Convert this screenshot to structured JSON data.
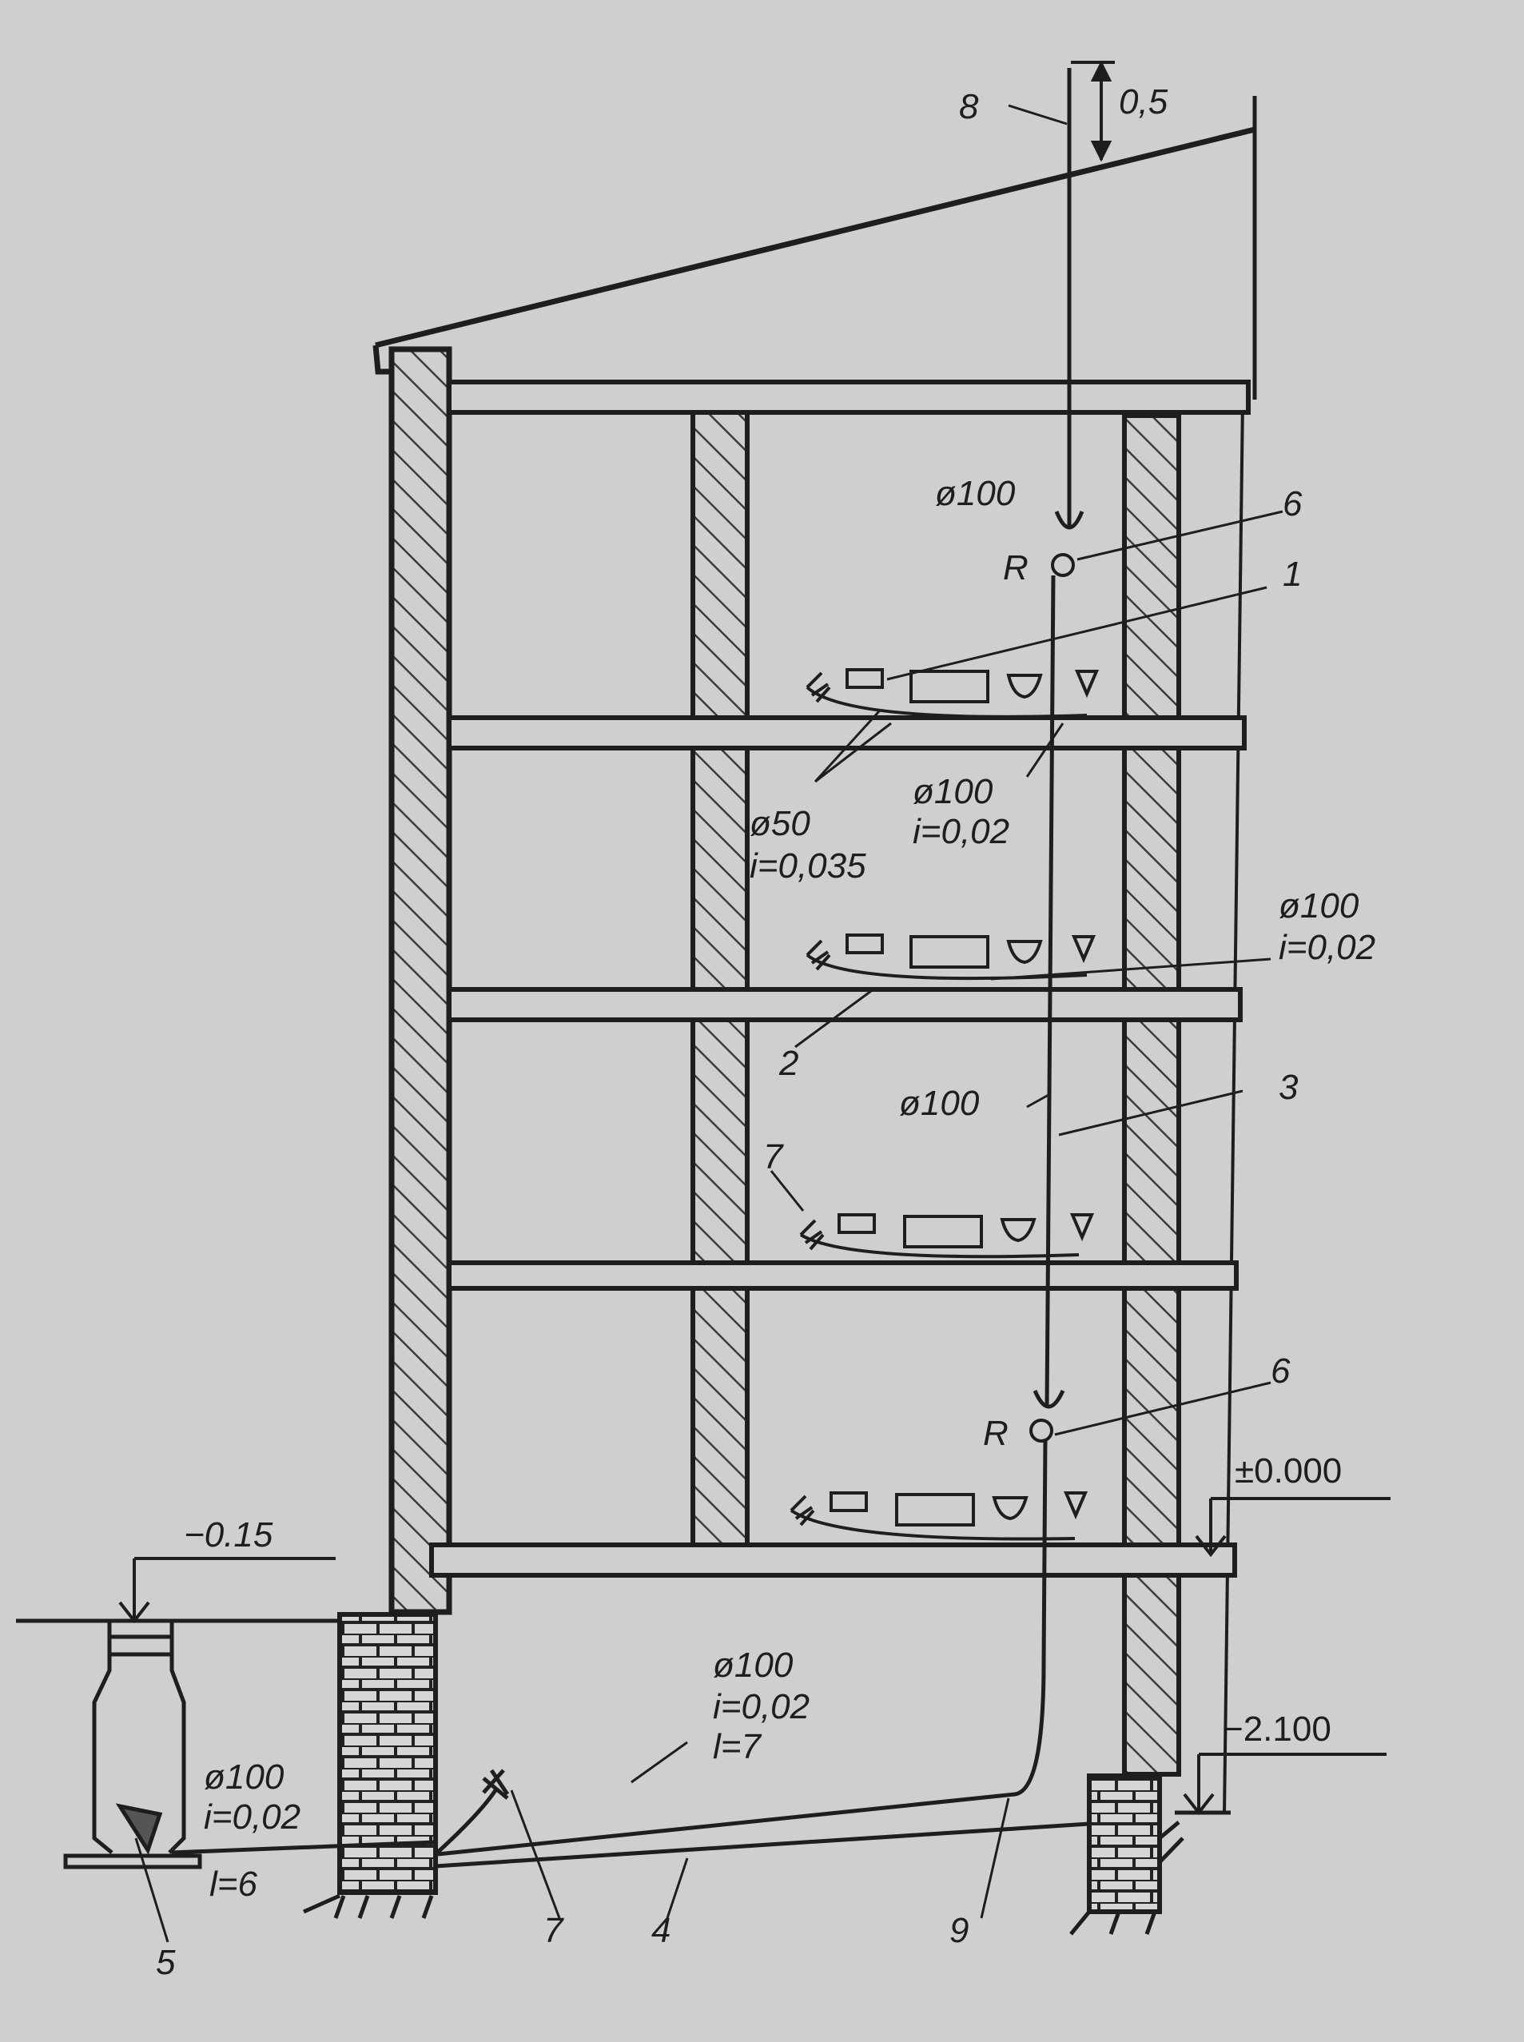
{
  "labels": {
    "n1": "1",
    "n2": "2",
    "n3": "3",
    "n4": "4",
    "n5": "5",
    "n6_top": "6",
    "n6_bot": "6",
    "n7_mid": "7",
    "n7_base": "7",
    "n8": "8",
    "n9": "9",
    "vent_height": "0,5",
    "riser_top_dia": "ø100",
    "revision_top": "R",
    "revision_bot": "R",
    "branch_small_dia": "ø50",
    "branch_small_slope": "i=0,035",
    "branch_top_dia": "ø100",
    "branch_top_slope": "i=0,02",
    "branch_mid_dia": "ø100",
    "branch_mid_slope": "i=0,02",
    "riser_mid_dia": "ø100",
    "level_ground": "−0.15",
    "level_floor": "±0.000",
    "level_basement": "−2.100",
    "base_pipe_dia": "ø100",
    "base_pipe_slope": "i=0,02",
    "base_pipe_len": "l=7",
    "outlet_dia": "ø100",
    "outlet_slope": "i=0,02",
    "outlet_len": "l=6"
  },
  "colors": {
    "paper": "#cfcfcf",
    "ink": "#1e1e1e",
    "hatch": "#444444"
  }
}
